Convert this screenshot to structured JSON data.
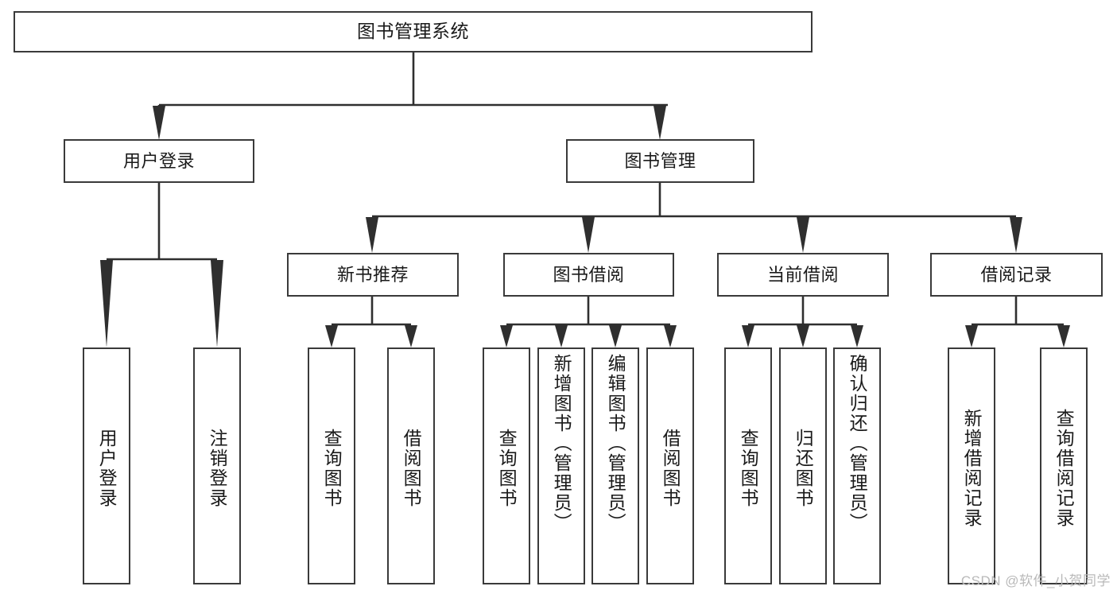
{
  "diagram": {
    "type": "tree",
    "title": "图书管理系统",
    "root": {
      "id": "root",
      "label": "图书管理系统",
      "orientation": "horizontal"
    },
    "level1": [
      {
        "id": "user-login",
        "label": "用户登录",
        "orientation": "horizontal"
      },
      {
        "id": "book-management",
        "label": "图书管理",
        "orientation": "horizontal"
      }
    ],
    "level2": [
      {
        "id": "new-book-recommend",
        "label": "新书推荐",
        "orientation": "horizontal",
        "parent": "book-management"
      },
      {
        "id": "book-borrow",
        "label": "图书借阅",
        "orientation": "horizontal",
        "parent": "book-management"
      },
      {
        "id": "current-borrow",
        "label": "当前借阅",
        "orientation": "horizontal",
        "parent": "book-management"
      },
      {
        "id": "borrow-record",
        "label": "借阅记录",
        "orientation": "horizontal",
        "parent": "book-management"
      }
    ],
    "leaves": [
      {
        "id": "leaf-user-login",
        "label": "用户登录",
        "parent": "user-login",
        "orientation": "vertical"
      },
      {
        "id": "leaf-logout",
        "label": "注销登录",
        "parent": "user-login",
        "orientation": "vertical"
      },
      {
        "id": "leaf-query-book-1",
        "label": "查询图书",
        "parent": "new-book-recommend",
        "orientation": "vertical"
      },
      {
        "id": "leaf-borrow-book-1",
        "label": "借阅图书",
        "parent": "new-book-recommend",
        "orientation": "vertical"
      },
      {
        "id": "leaf-query-book-2",
        "label": "查询图书",
        "parent": "book-borrow",
        "orientation": "vertical"
      },
      {
        "id": "leaf-add-book",
        "label": "新增图书（管理员）",
        "parent": "book-borrow",
        "orientation": "vertical"
      },
      {
        "id": "leaf-edit-book",
        "label": "编辑图书（管理员）",
        "parent": "book-borrow",
        "orientation": "vertical"
      },
      {
        "id": "leaf-borrow-book-2",
        "label": "借阅图书",
        "parent": "book-borrow",
        "orientation": "vertical"
      },
      {
        "id": "leaf-query-book-3",
        "label": "查询图书",
        "parent": "current-borrow",
        "orientation": "vertical"
      },
      {
        "id": "leaf-return-book",
        "label": "归还图书",
        "parent": "current-borrow",
        "orientation": "vertical"
      },
      {
        "id": "leaf-confirm-return",
        "label": "确认归还（管理员）",
        "parent": "current-borrow",
        "orientation": "vertical"
      },
      {
        "id": "leaf-add-record",
        "label": "新增借阅记录",
        "parent": "borrow-record",
        "orientation": "vertical"
      },
      {
        "id": "leaf-query-record",
        "label": "查询借阅记录",
        "parent": "borrow-record",
        "orientation": "vertical"
      }
    ],
    "colors": {
      "box_border": "#3a3a3a",
      "connector": "#2f2f2f",
      "text": "#1a1a1a",
      "background": "#ffffff",
      "watermark": "#b9b9b9"
    }
  },
  "watermark": {
    "text": "CSDN @软件_小贺同学"
  }
}
